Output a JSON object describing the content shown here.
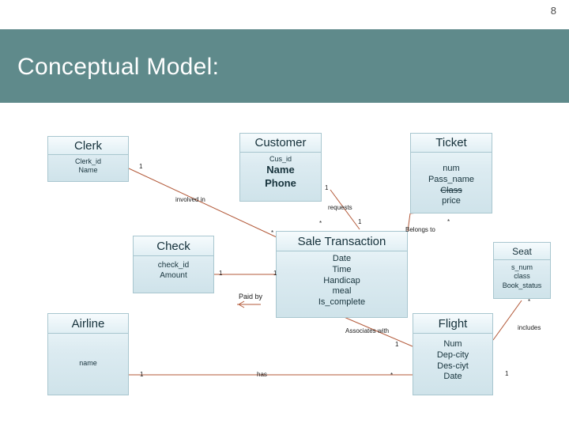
{
  "slide": {
    "page_number": "8",
    "title": "Conceptual Model:",
    "band_color": "#5f8a8b",
    "entity_fill": "#cfe3ea",
    "entity_border": "#a8c6cf",
    "connector_color": "#b35a3a"
  },
  "entities": [
    {
      "id": "clerk",
      "name": "Clerk",
      "attributes": [
        "Clerk_id",
        "Name"
      ]
    },
    {
      "id": "customer",
      "name": "Customer",
      "attributes": [
        "Cus_id",
        "Name",
        "Phone"
      ]
    },
    {
      "id": "ticket",
      "name": "Ticket",
      "attributes": [
        "num",
        "Pass_name",
        "Class",
        "price"
      ]
    },
    {
      "id": "check",
      "name": "Check",
      "attributes": [
        "check_id",
        "Amount"
      ]
    },
    {
      "id": "sale_transaction",
      "name": "Sale Transaction",
      "attributes": [
        "Date",
        "Time",
        "Handicap",
        "meal",
        "Is_complete"
      ]
    },
    {
      "id": "seat",
      "name": "Seat",
      "attributes": [
        "s_num",
        "class",
        "Book_status"
      ]
    },
    {
      "id": "airline",
      "name": "Airline",
      "attributes": [
        "name"
      ]
    },
    {
      "id": "flight",
      "name": "Flight",
      "attributes": [
        "Num",
        "Dep-city",
        "Des-ciyt",
        "Date"
      ]
    }
  ],
  "relationships": [
    {
      "id": "involved-in",
      "label": "involved in"
    },
    {
      "id": "requests",
      "label": "requests"
    },
    {
      "id": "belongs-to",
      "label": "Belongs to"
    },
    {
      "id": "paid-by",
      "label": "Paid by"
    },
    {
      "id": "associates-with",
      "label": "Associates with"
    },
    {
      "id": "includes",
      "label": "includes"
    },
    {
      "id": "has",
      "label": "has"
    }
  ],
  "cardinalities": [
    {
      "id": "clerk-involved",
      "value": "1"
    },
    {
      "id": "customer-requests",
      "value": "1"
    },
    {
      "id": "requests-many",
      "value": "*"
    },
    {
      "id": "requests-one",
      "value": "1"
    },
    {
      "id": "ticket-belongs-many",
      "value": "*"
    },
    {
      "id": "involved-many",
      "value": "*"
    },
    {
      "id": "check-paid-one",
      "value": "1"
    },
    {
      "id": "sale-paid-one",
      "value": "1"
    },
    {
      "id": "seat-includes-many",
      "value": "*"
    },
    {
      "id": "assoc-one",
      "value": "1"
    },
    {
      "id": "airline-has-one",
      "value": "1"
    },
    {
      "id": "has-many",
      "value": "*"
    },
    {
      "id": "flight-includes-one",
      "value": "1"
    }
  ]
}
